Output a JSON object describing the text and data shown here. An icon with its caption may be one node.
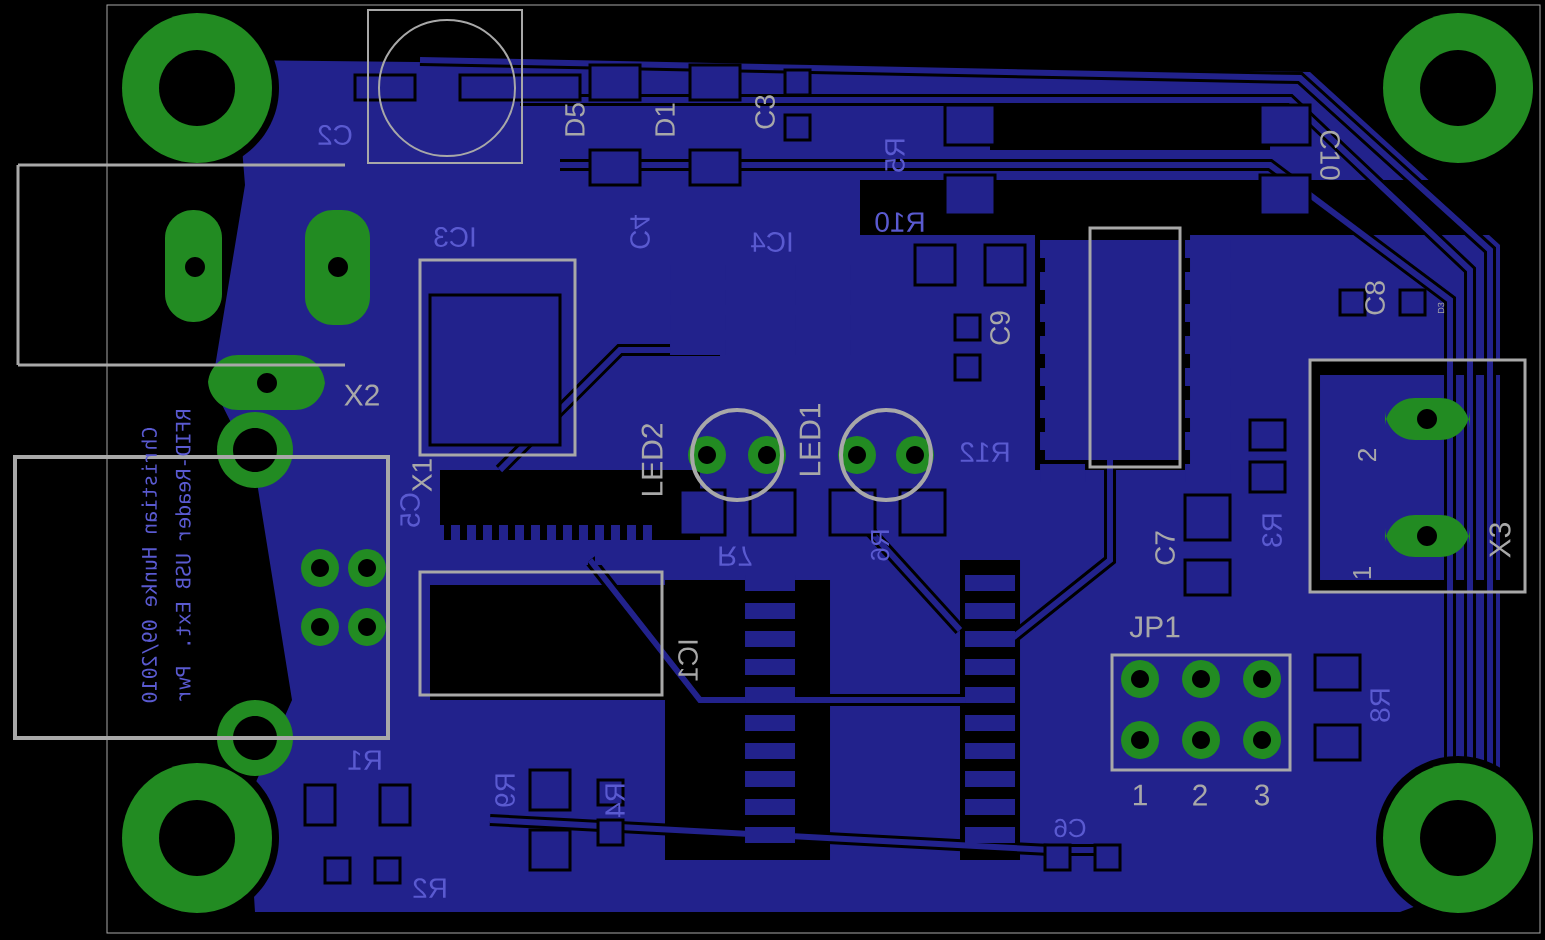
{
  "diagram": {
    "labels": [
      "C2",
      "D5",
      "D1",
      "C3",
      "R5",
      "C10",
      "IC3",
      "C4",
      "IC4",
      "R10",
      "X2",
      "C9",
      "C8",
      "D3",
      "LED2",
      "LED1",
      "X1",
      "C5",
      "R12",
      "R7",
      "R6",
      "C7",
      "R3",
      "JP1",
      "2",
      "1",
      "X3",
      "IC1",
      "R8",
      "1",
      "2",
      "3",
      "R9",
      "R4",
      "R1",
      "C6",
      "R2",
      "Christian Hunke 09/2010",
      "RFID-Reader USB Ext. Pwr"
    ]
  }
}
